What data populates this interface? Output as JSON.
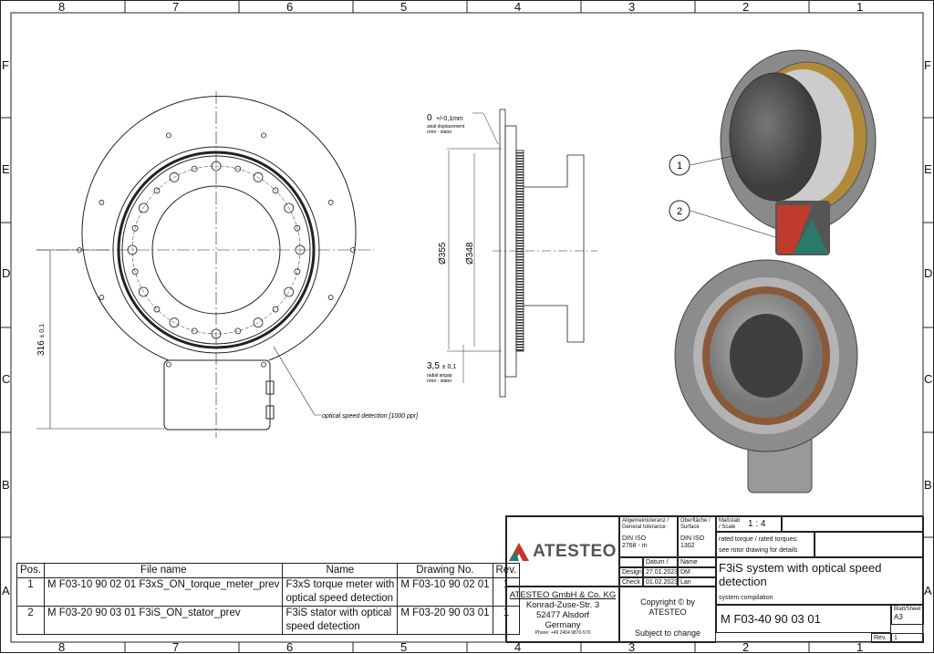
{
  "frame": {
    "columns": [
      "8",
      "7",
      "6",
      "5",
      "4",
      "3",
      "2",
      "1"
    ],
    "rows": [
      "F",
      "E",
      "D",
      "C",
      "B",
      "A"
    ]
  },
  "annotations": {
    "axial_value": "0",
    "axial_tol": "+/-0,1mm",
    "axial_desc_1": "axial displacement",
    "axial_desc_2": "rotor - stator",
    "dia_outer": "Ø355",
    "dia_inner": "Ø348",
    "gap_value": "3,5",
    "gap_tol": "± 0,1",
    "gap_desc_1": "radial airgap",
    "gap_desc_2": "rotor - stator",
    "height_value": "316",
    "height_tol": "± 0,1",
    "optical": "optical speed detection [1000 ppr]",
    "balloon_1": "1",
    "balloon_2": "2"
  },
  "parts_table": {
    "headers": [
      "Pos.",
      "File name",
      "Name",
      "Drawing No.",
      "Rev."
    ],
    "rows": [
      {
        "pos": "1",
        "file": "M F03-10 90 02 01  F3xS_ON_torque_meter_prev",
        "name_1": "F3xS torque meter with",
        "name_2": "optical speed detection",
        "drawing": "M F03-10 90 02 01",
        "rev": "1"
      },
      {
        "pos": "2",
        "file": "M F03-20 90 03 01  F3iS_ON_stator_prev",
        "name_1": "F3iS stator with optical",
        "name_2": "speed detection",
        "drawing": "M F03-20 90 03 01",
        "rev": "1"
      }
    ]
  },
  "title_block": {
    "logo": "ATESTEO",
    "tolerance_label": "Allgemeintoleranz / General tolerance",
    "tolerance_value_1": "DIN ISO",
    "tolerance_value_2": "2768 - m",
    "surface_label": "Oberfläche / Surface",
    "surface_value_1": "DIN ISO",
    "surface_value_2": "1302",
    "scale_label": "Maßstab / Scale",
    "scale": "1 : 4",
    "torque_note_1": "rated torque / rated torques:",
    "torque_note_2": "see rotor drawing for details",
    "date_header": "Datum / Date",
    "name_header": "Name",
    "design_label": "Design",
    "design_date": "27.01.2023",
    "design_name": "DM",
    "check_label": "Check",
    "check_date": "01.02.2023",
    "check_name": "Lan",
    "title": "F3iS system with optical speed detection",
    "subtitle": "system compilation",
    "company": "ATESTEO GmbH & Co. KG",
    "street": "Konrad-Zuse-Str. 3",
    "city": "52477 Alsdorf",
    "country": "Germany",
    "phone": "Phone: +49 2404 9870-570",
    "copyright": "Copyright © by ATESTEO",
    "subject": "Subject to change",
    "drawing_no": "M F03-40 90 03 01",
    "sheet_label": "Blatt/Sheet",
    "sheet": "A3",
    "rev_label": "Rev. No.",
    "rev": "1"
  },
  "colors": {
    "logo_red": "#c8332b",
    "logo_green": "#2b7a6c",
    "logo_text": "#555555"
  }
}
